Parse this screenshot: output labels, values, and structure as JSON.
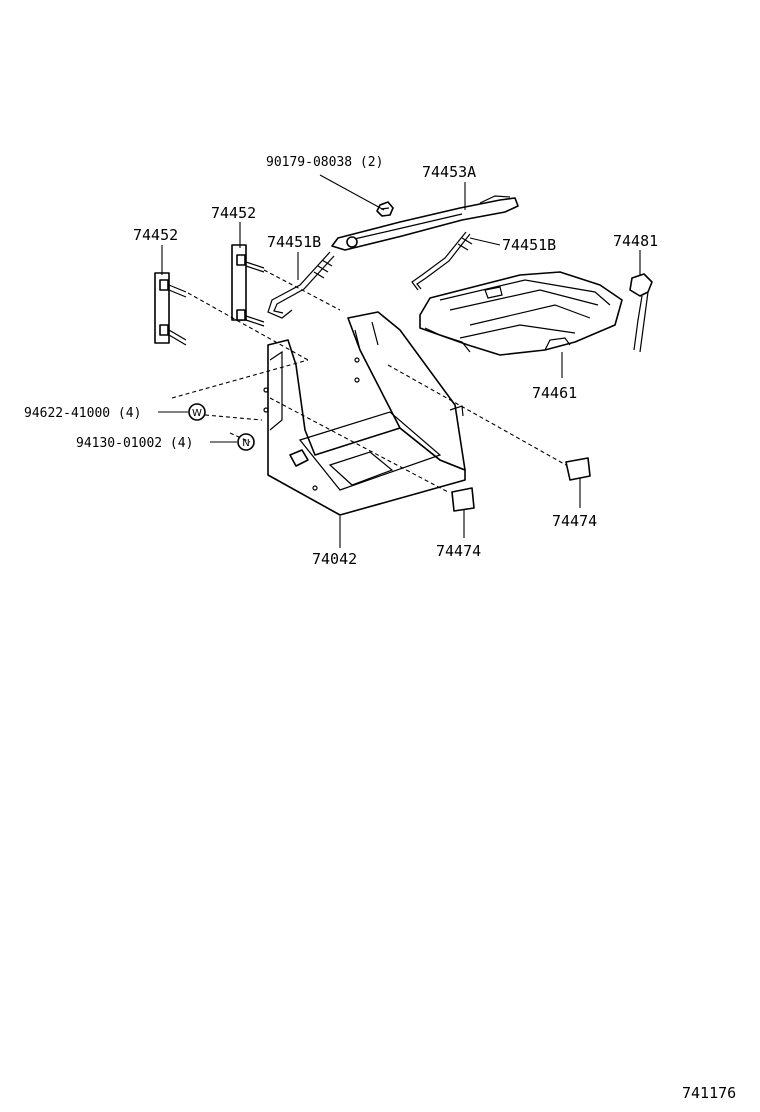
{
  "diagram": {
    "labels": {
      "bolt_90179": "90179-08038 (2)",
      "hold_down_clamp": "74453A",
      "clamp_bolt_left": "74452",
      "clamp_bolt_mid": "74452",
      "hook_bolt_left": "74451B",
      "hook_bolt_right": "74451B",
      "vent_hose": "74481",
      "battery_cover": "74461",
      "washer_94622": "94622-41000 (4)",
      "nut_94130": "94130-01002 (4)",
      "insulator_right": "74474",
      "insulator_left": "74474",
      "battery_tray": "74042",
      "figure_number": "741176"
    },
    "glyphs": {
      "washer_mark": "W",
      "nut_mark": "N"
    }
  }
}
